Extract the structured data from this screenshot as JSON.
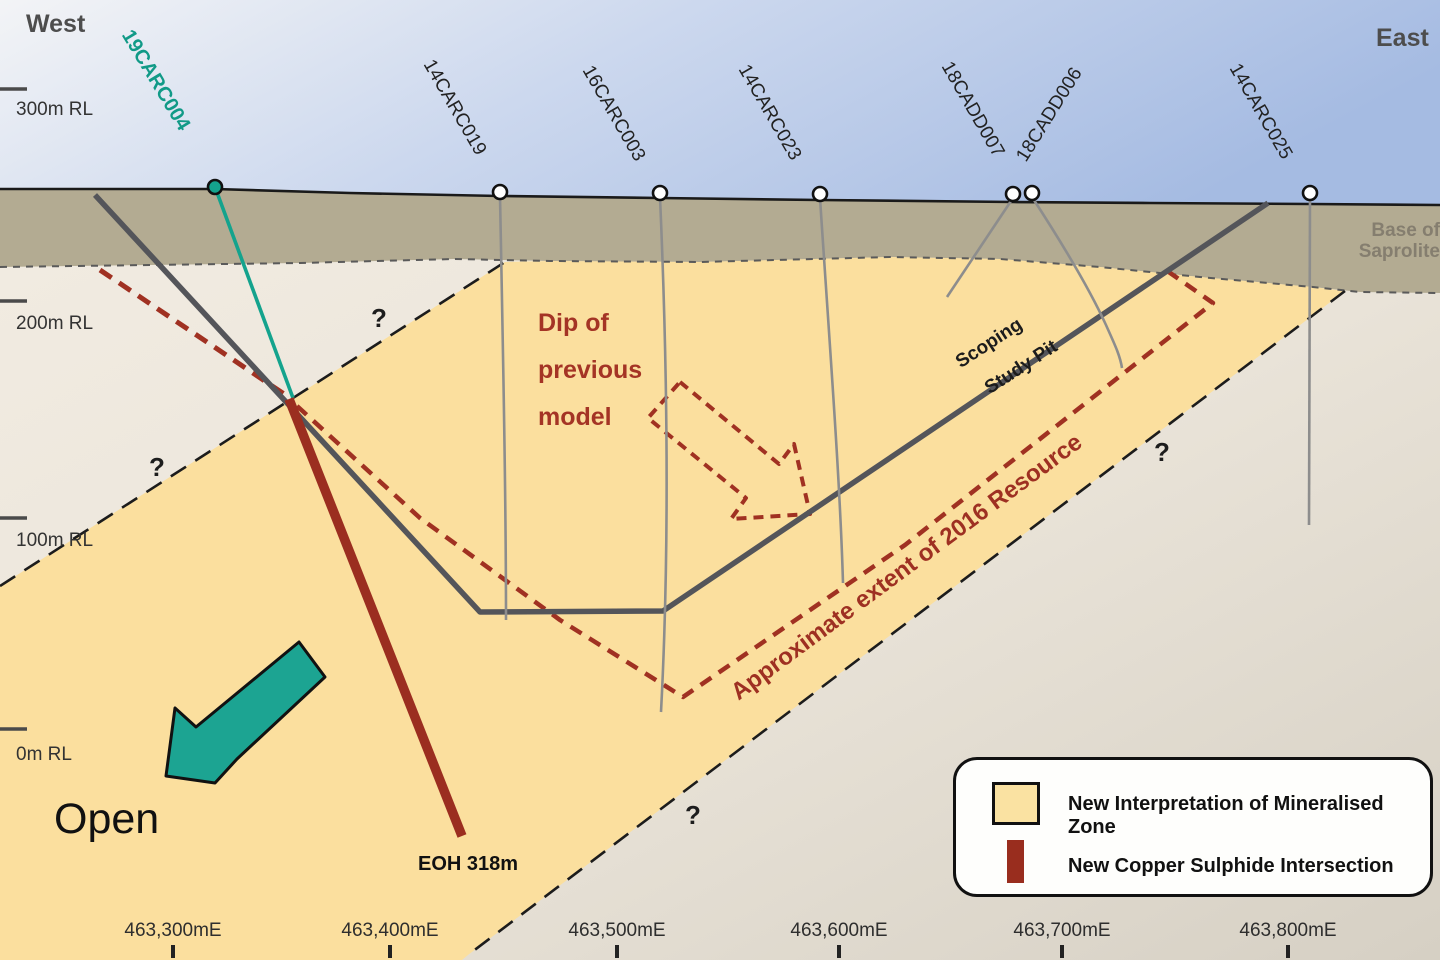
{
  "orientation": {
    "west": "West",
    "east": "East"
  },
  "elevation_axis": {
    "labels": [
      "300m RL",
      "200m RL",
      "100m RL",
      "0m RL"
    ]
  },
  "easting_axis": {
    "labels": [
      "463,300mE",
      "463,400mE",
      "463,500mE",
      "463,600mE",
      "463,700mE",
      "463,800mE"
    ]
  },
  "drillholes": {
    "carc004": {
      "id": "19CARC004",
      "highlight": true
    },
    "carc019": {
      "id": "14CARC019"
    },
    "carc003": {
      "id": "16CARC003"
    },
    "carc023": {
      "id": "14CARC023"
    },
    "cadd007": {
      "id": "18CADD007"
    },
    "cadd006": {
      "id": "18CADD006"
    },
    "carc025": {
      "id": "14CARC025"
    }
  },
  "annotations": {
    "base_of_saprolite": "Base of Saprolite",
    "dip_line1": "Dip of",
    "dip_line2": "previous",
    "dip_line3": "model",
    "scoping_line1": "Scoping",
    "scoping_line2": "Study Pit",
    "resource_extent": "Approximate extent of 2016 Resource",
    "open_label": "Open",
    "eoh_label": "EOH 318m",
    "question_mark": "?"
  },
  "legend": {
    "items": [
      {
        "label": "New Interpretation of Mineralised Zone",
        "swatch_color": "#fae2a2"
      },
      {
        "label": "New Copper Sulphide Intersection",
        "swatch_color": "#992d1e"
      }
    ]
  },
  "colors": {
    "mineralised_zone_fill": "#fbdf9e",
    "copper_intersection": "#9b2e20",
    "resource_outline_red": "#a03122",
    "pit_outline_gray": "#54555a",
    "new_hole_teal": "#14a38d",
    "saprolite_band": "#b3ab92",
    "sky_blue": "#a5bbe2"
  }
}
